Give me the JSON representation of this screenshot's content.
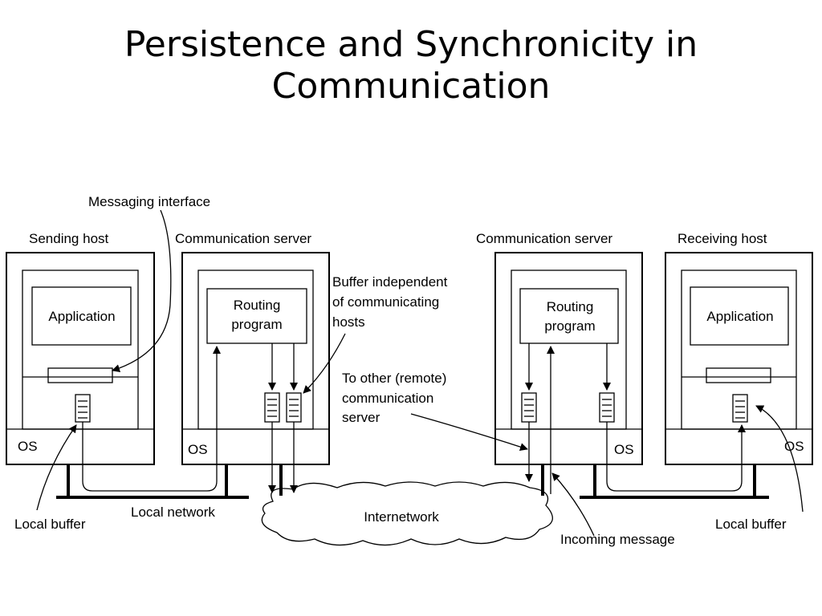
{
  "title": {
    "line1": "Persistence and Synchronicity in",
    "line2": "Communication"
  },
  "diagram": {
    "messaging_interface": "Messaging interface",
    "sending_host": "Sending host",
    "comm_server_left": "Communication server",
    "comm_server_right": "Communication server",
    "receiving_host": "Receiving host",
    "application_left": "Application",
    "application_right": "Application",
    "routing_left_line1": "Routing",
    "routing_left_line2": "program",
    "routing_right_line1": "Routing",
    "routing_right_line2": "program",
    "buffer_independent_line1": "Buffer independent",
    "buffer_independent_line2": "of communicating",
    "buffer_independent_line3": "hosts",
    "to_other_line1": "To other (remote)",
    "to_other_line2": "communication",
    "to_other_line3": "server",
    "os_1": "OS",
    "os_2": "OS",
    "os_3": "OS",
    "os_4": "OS",
    "local_buffer_left": "Local buffer",
    "local_network": "Local network",
    "internetwork": "Internetwork",
    "incoming_message": "Incoming message",
    "local_buffer_right": "Local buffer"
  }
}
